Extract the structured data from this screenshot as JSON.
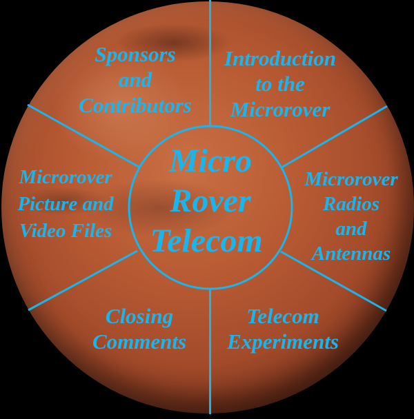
{
  "title": "Micro Rover Telecom",
  "colors": {
    "accent": "#19b6ee",
    "background": "#000000",
    "planet": "#b75a33"
  },
  "center": {
    "lines": [
      "Micro",
      "Rover",
      "Telecom"
    ]
  },
  "segments": [
    {
      "id": "sponsors",
      "lines": [
        "Sponsors",
        "and",
        "Contributors"
      ]
    },
    {
      "id": "introduction",
      "lines": [
        "Introduction",
        "to the",
        "Microrover"
      ]
    },
    {
      "id": "radios",
      "lines": [
        "Microrover",
        "Radios",
        "and",
        "Antennas"
      ]
    },
    {
      "id": "experiments",
      "lines": [
        "Telecom",
        "Experiments"
      ]
    },
    {
      "id": "closing",
      "lines": [
        "Closing",
        "Comments"
      ]
    },
    {
      "id": "media",
      "lines": [
        "Microrover",
        "Picture and",
        "Video Files"
      ]
    }
  ]
}
